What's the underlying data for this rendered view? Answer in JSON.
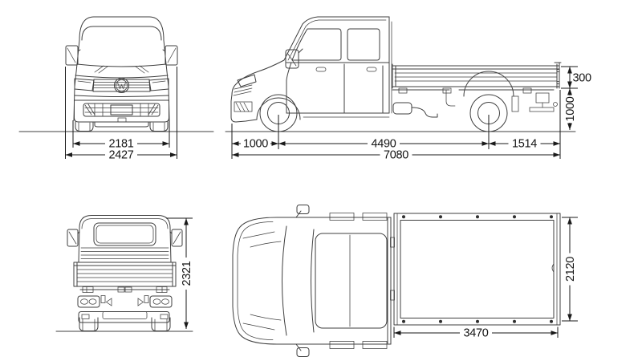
{
  "drawing": {
    "background": "#ffffff",
    "line_color": "#3f3f3f",
    "dimension_color": "#1a1a1a",
    "views": {
      "front": {
        "dimensions": {
          "body_width": "2181",
          "width_with_mirrors": "2427"
        }
      },
      "side": {
        "dimensions": {
          "front_overhang": "1000",
          "wheelbase": "4490",
          "rear_overhang": "1514",
          "overall_length": "7080",
          "dropside_height": "300",
          "load_floor_height": "1000"
        }
      },
      "rear": {
        "dimensions": {
          "overall_height": "2321"
        }
      },
      "top": {
        "dimensions": {
          "bed_length": "3470",
          "bed_width": "2120"
        }
      }
    }
  }
}
